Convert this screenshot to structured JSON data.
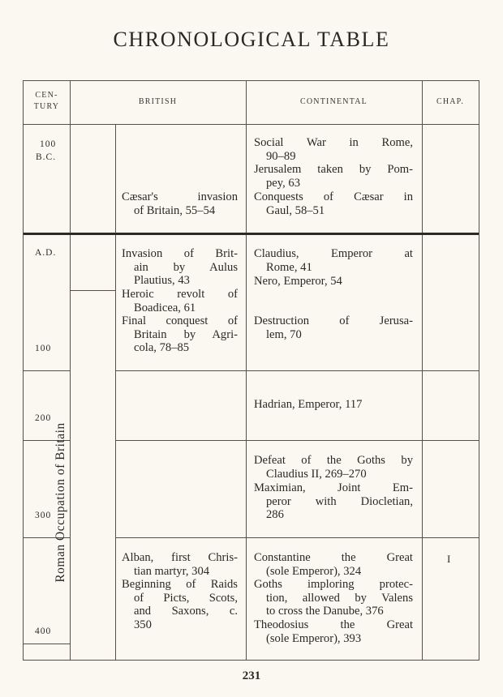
{
  "title": "CHRONOLOGICAL TABLE",
  "headers": {
    "century_line1": "CEN-",
    "century_line2": "TURY",
    "british": "BRITISH",
    "continental": "CONTINENTAL",
    "chap": "CHAP."
  },
  "century": {
    "bc_100": "100",
    "bc_label": "B.C.",
    "ad_label": "A.D.",
    "ad_100": "100",
    "ad_200": "200",
    "ad_300": "300",
    "ad_400": "400"
  },
  "british_span_label": "Roman Occupation of Britain",
  "british": {
    "caesar": [
      "Cæsar's invasion",
      "of Britain, 55–54"
    ],
    "invasion": [
      "Invasion of Brit-",
      "ain by Aulus",
      "Plautius, 43"
    ],
    "revolt": [
      "Heroic revolt of",
      "Boadicea, 61"
    ],
    "conquest": [
      "Final conquest of",
      "Britain by Agri-",
      "cola, 78–85"
    ],
    "alban": [
      "Alban, first Chris-",
      "tian martyr, 304"
    ],
    "raids": [
      "Beginning of Raids",
      "of Picts, Scots,",
      "and Saxons, c.",
      "350"
    ]
  },
  "continental": {
    "social_war": [
      "Social War in Rome,",
      "90–89"
    ],
    "jerusalem": [
      "Jerusalem taken by Pom-",
      "pey, 63"
    ],
    "gaul": [
      "Conquests of Cæsar in",
      "Gaul, 58–51"
    ],
    "claudius": [
      "Claudius, Emperor at",
      "Rome, 41"
    ],
    "nero": [
      "Nero, Emperor, 54"
    ],
    "destruction": [
      "Destruction of Jerusa-",
      "lem, 70"
    ],
    "hadrian": [
      "Hadrian, Emperor, 117"
    ],
    "goths": [
      "Defeat of the Goths by",
      "Claudius II, 269–270"
    ],
    "maximian": [
      "Maximian, Joint Em-",
      "peror with Diocletian,",
      "286"
    ],
    "constantine": [
      "Constantine the Great",
      "(sole Emperor), 324"
    ],
    "goths_protection": [
      "Goths imploring protec-",
      "tion, allowed by Valens",
      "to cross the Danube, 376"
    ],
    "theodosius": [
      "Theodosius the Great",
      "(sole Emperor), 393"
    ]
  },
  "chapter": "I",
  "page_number": "231"
}
